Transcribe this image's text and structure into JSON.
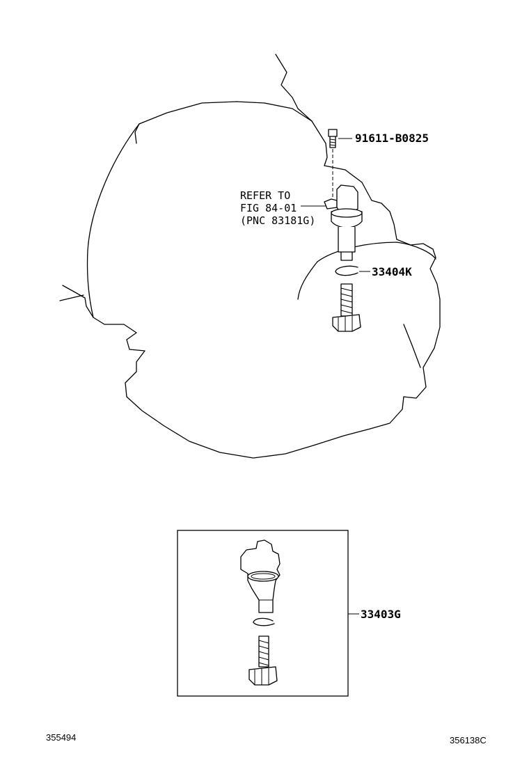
{
  "labels": {
    "bolt_part": "91611-B0825",
    "refer_line1": "REFER TO",
    "refer_line2": "FIG 84-01",
    "refer_line3": "(PNC 83181G)",
    "o_ring_part": "33404K",
    "kit_part": "33403G"
  },
  "footer": {
    "left_code": "355494",
    "right_code": "356138C"
  }
}
